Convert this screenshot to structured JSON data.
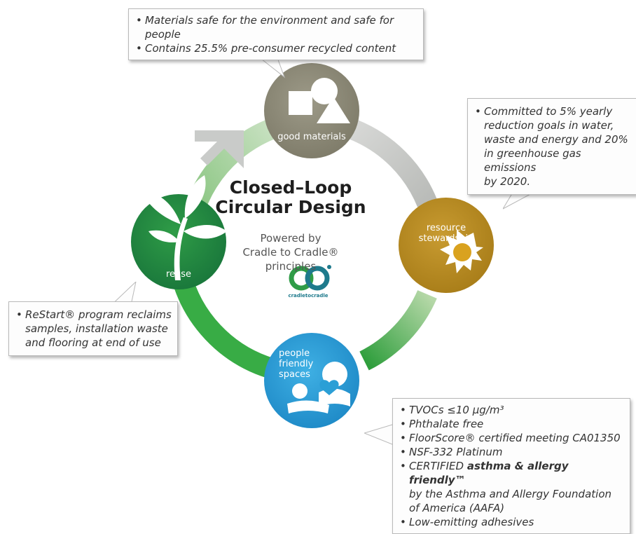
{
  "center": {
    "title_line1": "Closed–Loop",
    "title_line2": "Circular Design",
    "subtitle_line1": "Powered by",
    "subtitle_line2": "Cradle to Cradle®",
    "subtitle_line3": "principles",
    "logo_caption": "cradletocradle"
  },
  "nodes": {
    "good_materials": "good materials",
    "resource_line1": "resource",
    "resource_line2": "stewardship",
    "people_line1": "people",
    "people_line2": "friendly",
    "people_line3": "spaces",
    "reuse": "reuse"
  },
  "callouts": {
    "materials": [
      "Materials safe for the environment and safe for people",
      "Contains 25.5% pre-consumer recycled content"
    ],
    "resource": {
      "line1": "Committed to 5% yearly",
      "line2": "reduction goals in water,",
      "line3": "waste and energy and 20%",
      "line4": "in greenhouse gas emissions",
      "line5": "by 2020."
    },
    "reuse": {
      "line1": "ReStart® program reclaims",
      "line2": "samples, installation waste",
      "line3": "and flooring at end of use"
    },
    "people": {
      "tvoc": "TVOCs ≤10 µg/m³",
      "phthalate": "Phthalate free",
      "floorscore": "FloorScore® certified meeting CA01350",
      "nsf": "NSF-332 Platinum",
      "certified_prefix": "CERTIFIED",
      "certified_bold": "asthma & allergy friendly™",
      "certified_line2": "by the Asthma and Allergy Foundation",
      "certified_line3": "of America (AAFA)",
      "adhesives": "Low-emitting adhesives"
    }
  },
  "colors": {
    "good_materials": "#8a8775",
    "resource_stewardship": "#b78a22",
    "people_friendly": "#2b9fd6",
    "reuse": "#1f8a3e",
    "ring_green": "#3eb24a",
    "ring_gray": "#c9cbc9"
  }
}
